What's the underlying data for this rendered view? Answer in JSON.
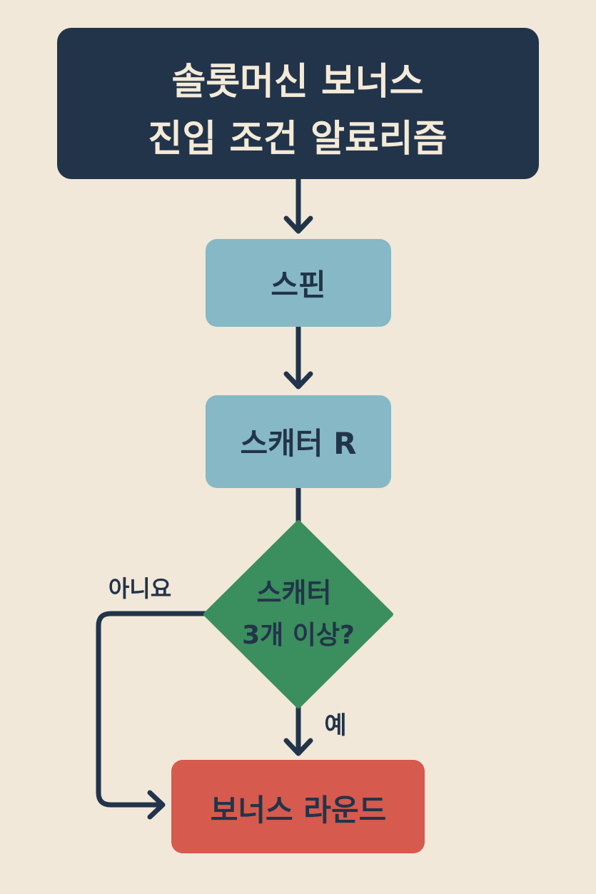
{
  "title": {
    "line1": "솔롯머신 보너스",
    "line2": "진입 조건 알료리즘"
  },
  "nodes": {
    "spin": "스핀",
    "scatter": "스캐터 R",
    "decision_line1": "스캐터",
    "decision_line2": "3개 이상?",
    "bonus": "보너스 라운드"
  },
  "edge_labels": {
    "no": "아니요",
    "yes": "예"
  },
  "colors": {
    "background": "#f1e8d9",
    "title_box": "#22344a",
    "title_text": "#f4ead8",
    "process_box": "#86b8c5",
    "decision_box": "#3b8e5d",
    "bonus_box": "#d65a4e",
    "ink": "#22344a"
  }
}
